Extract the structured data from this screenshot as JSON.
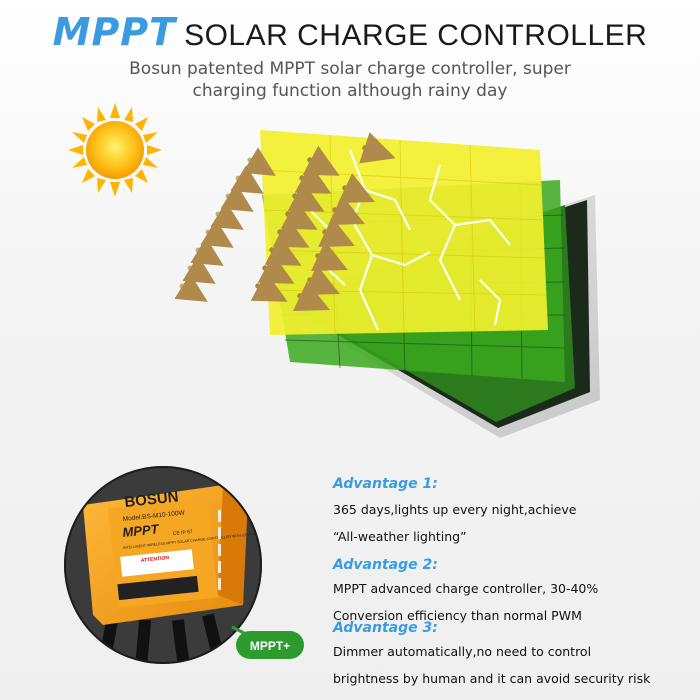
{
  "header": {
    "title_accent": "MPPT",
    "title_rest": "SOLAR CHARGE CONTROLLER",
    "subtitle_line1": "Bosun patented MPPT solar charge controller, super",
    "subtitle_line2": "charging function although rainy day"
  },
  "colors": {
    "accent_blue": "#3a9be0",
    "panel_yellow": "#f2f02e",
    "panel_green": "#2e8b1a",
    "controller_orange": "#f4a31c",
    "badge_green": "#2e9b2e"
  },
  "icons": [
    "sun-icon",
    "arrow-icon",
    "lightning-icon"
  ],
  "product": {
    "brand": "BOSUN",
    "model": "Model:BS-M10-100W",
    "name": "MPPT",
    "marks": "CE  IP 67",
    "note": "INTELLIGENT WIRELESS MPPT SOLAR CHARGE CONTROLLER WITH STEP-UP CONVERSION",
    "attention": "ATTENTION"
  },
  "badge": {
    "label": "MPPT+"
  },
  "advantages": [
    {
      "title": "Advantage 1:",
      "lines": [
        "365 days,lights up every night,achieve",
        "“All-weather lighting”"
      ]
    },
    {
      "title": "Advantage 2:",
      "lines": [
        "MPPT advanced charge controller, 30-40%",
        "Conversion efficiency than normal PWM"
      ]
    },
    {
      "title": "Advantage 3:",
      "lines": [
        "Dimmer automatically,no need to control",
        "brightness by human and it can avoid security risk"
      ]
    }
  ]
}
